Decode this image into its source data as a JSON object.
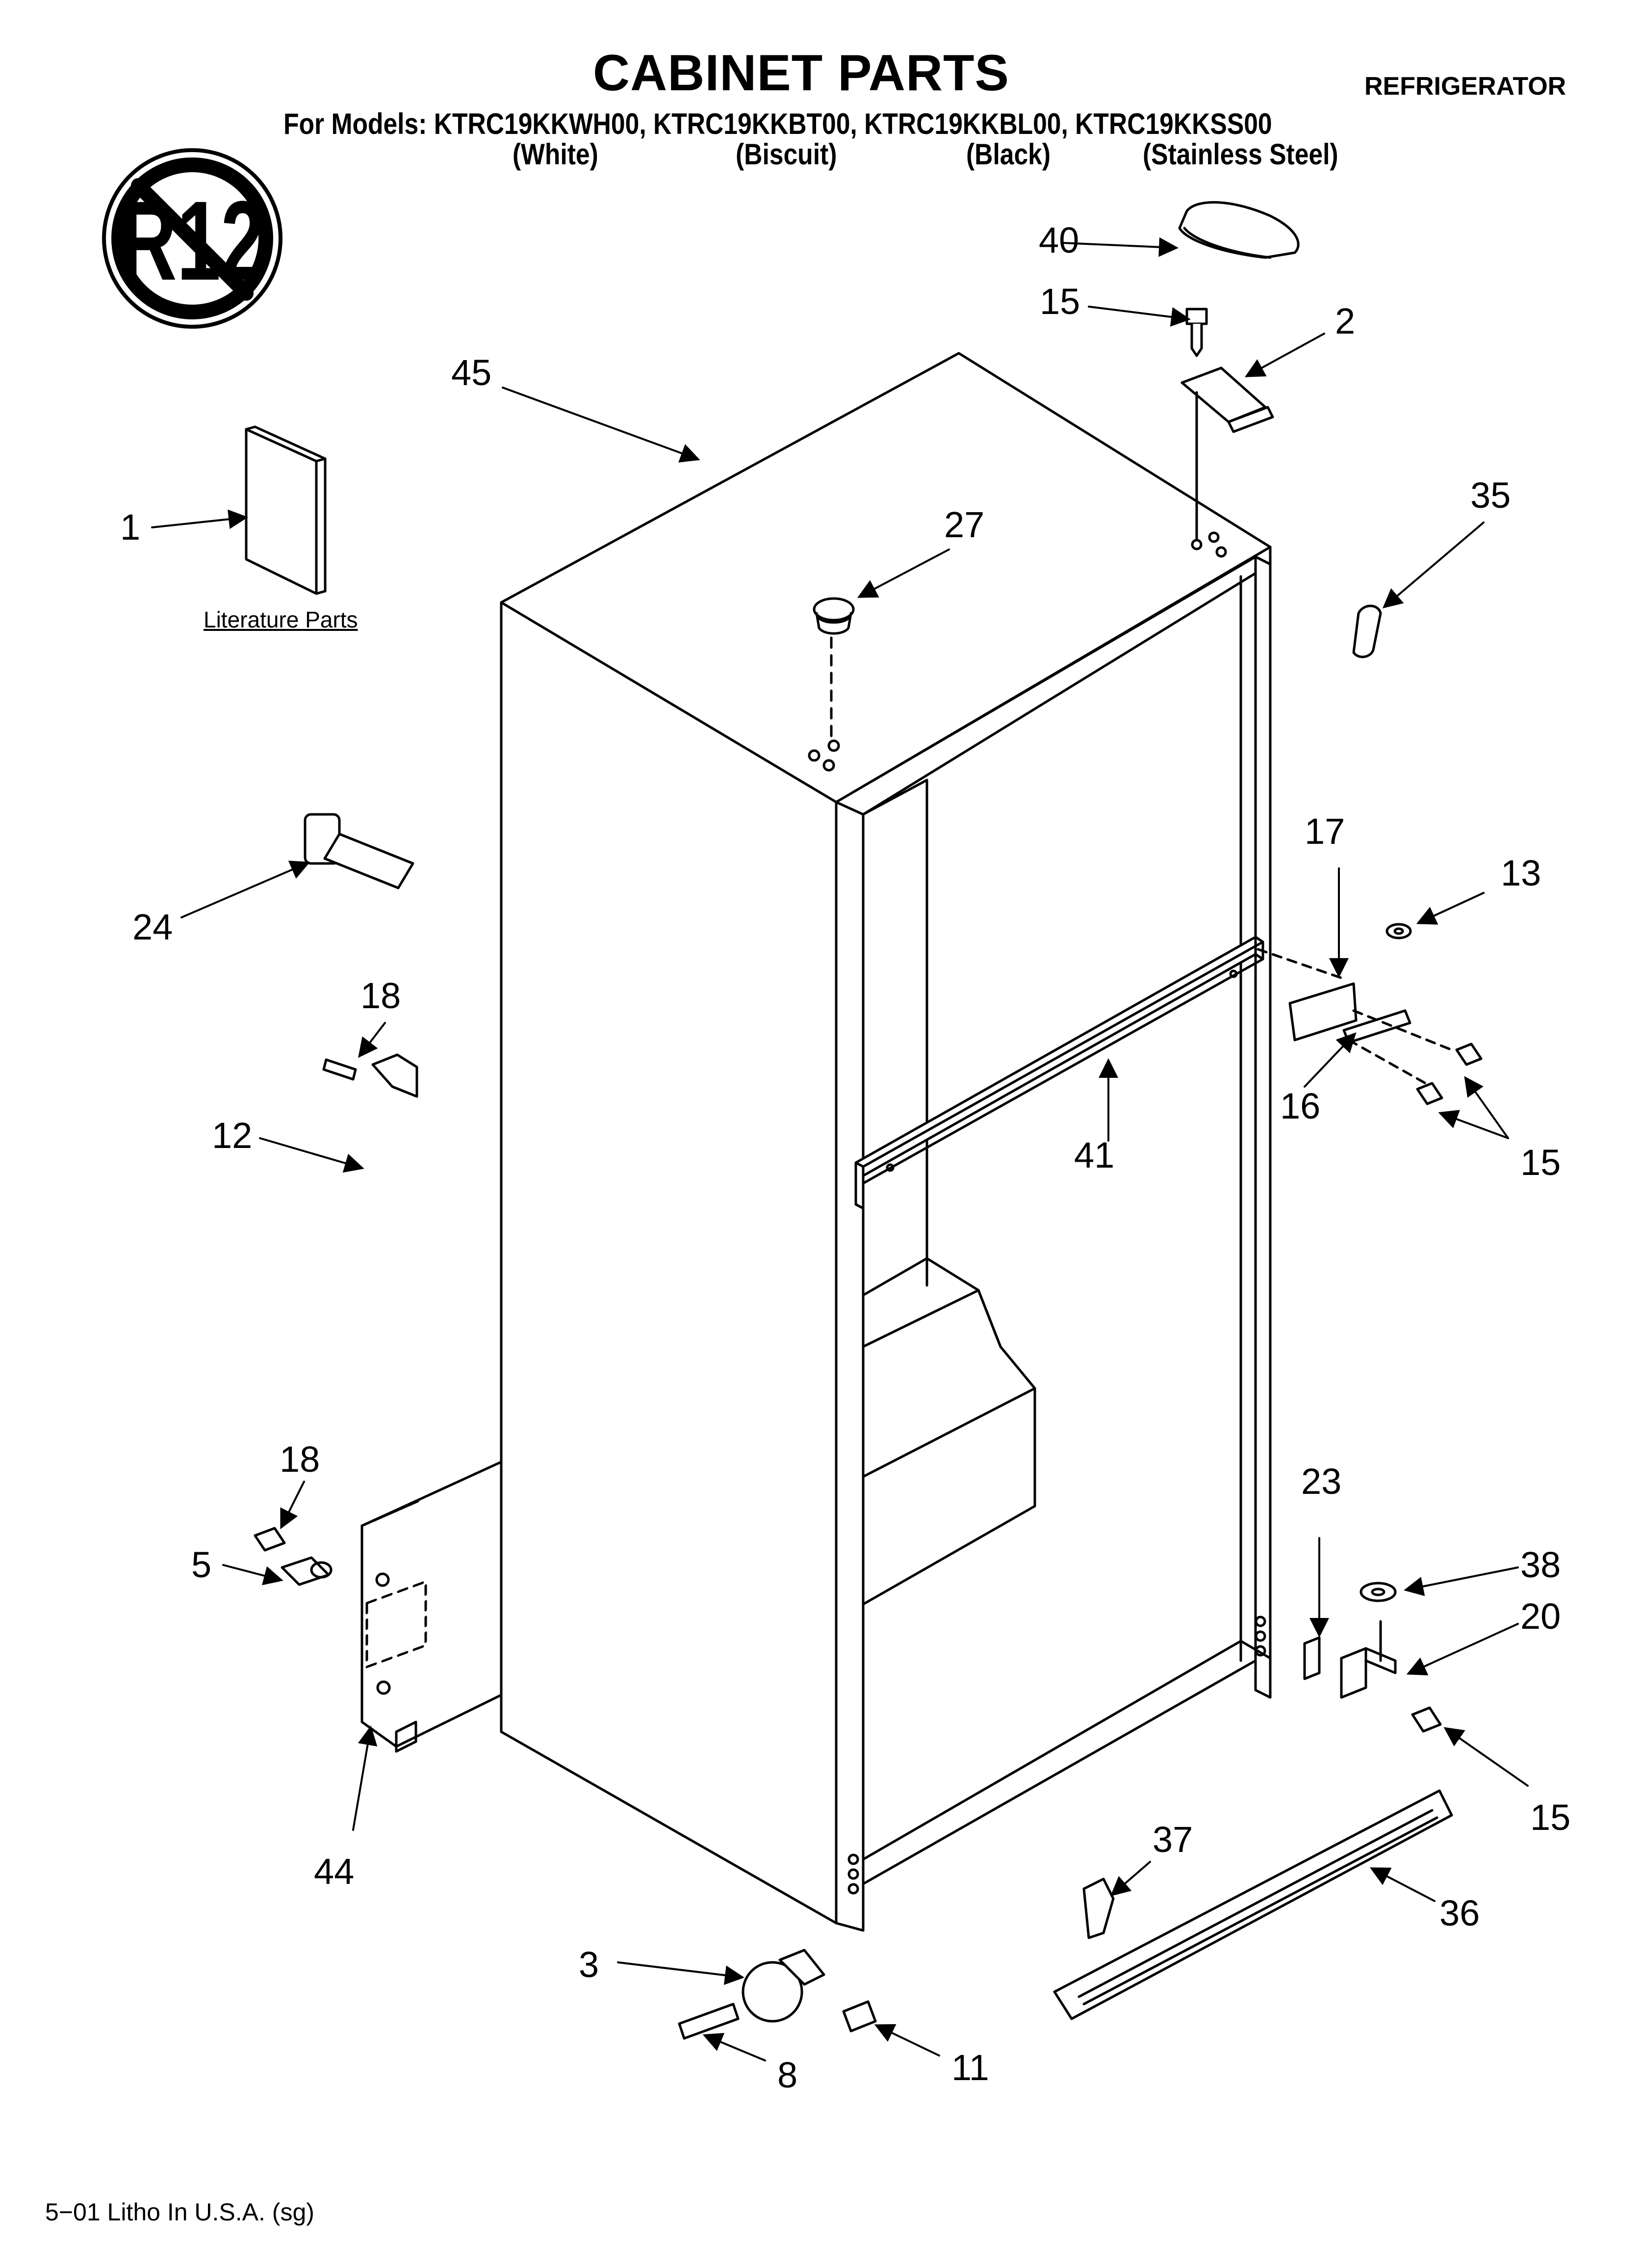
{
  "header": {
    "title": "CABINET PARTS",
    "appliance": "REFRIGERATOR",
    "models_line": "For Models: KTRC19KKWH00, KTRC19KKBT00, KTRC19KKBL00, KTRC19KKSS00",
    "colors": [
      "(White)",
      "(Biscuit)",
      "(Black)",
      "(Stainless Steel)"
    ]
  },
  "logo_text": "R12",
  "literature_label": "Literature Parts",
  "footer": "5−01 Litho In U.S.A. (sg)",
  "callouts": {
    "c1": "1",
    "c2": "2",
    "c3": "3",
    "c5": "5",
    "c8": "8",
    "c11": "11",
    "c12": "12",
    "c13": "13",
    "c15a": "15",
    "c15b": "15",
    "c15c": "15",
    "c16": "16",
    "c17": "17",
    "c18a": "18",
    "c18b": "18",
    "c20": "20",
    "c23": "23",
    "c24": "24",
    "c27": "27",
    "c35": "35",
    "c36": "36",
    "c37": "37",
    "c38": "38",
    "c40": "40",
    "c41": "41",
    "c44": "44",
    "c45": "45"
  }
}
